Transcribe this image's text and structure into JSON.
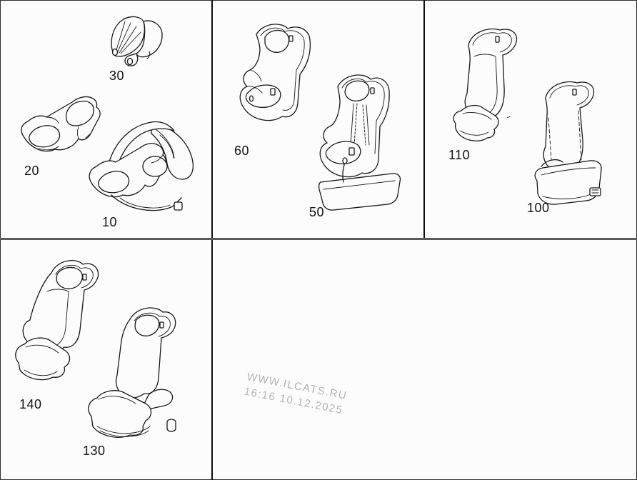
{
  "canvas": {
    "background": "#fcfcfc",
    "border_color": "#2e2e2e",
    "vertical_divider_color": "#0d0d0d",
    "horizontal_divider_color": "#5a5a5a"
  },
  "watermark": {
    "line1": "WWW.ILCATS.RU",
    "line2": "16:16 10.12.2025",
    "color": "#b3b3b3"
  },
  "panels": {
    "top_left": {
      "parts": [
        {
          "number": "30",
          "icon": "canopy-drawing"
        },
        {
          "number": "20",
          "icon": "infant-seat-shell-drawing"
        },
        {
          "number": "10",
          "icon": "infant-carrier-drawing"
        }
      ]
    },
    "top_middle": {
      "parts": [
        {
          "number": "60",
          "icon": "toddler-seat-drawing"
        },
        {
          "number": "50",
          "icon": "toddler-seat-with-base-drawing"
        }
      ]
    },
    "top_right": {
      "parts": [
        {
          "number": "110",
          "icon": "booster-backrest-drawing"
        },
        {
          "number": "100",
          "icon": "booster-seat-with-base-drawing"
        }
      ]
    },
    "bottom_left": {
      "parts": [
        {
          "number": "140",
          "icon": "child-seat-drawing"
        },
        {
          "number": "130",
          "icon": "child-seat-with-cushion-drawing"
        }
      ]
    }
  }
}
